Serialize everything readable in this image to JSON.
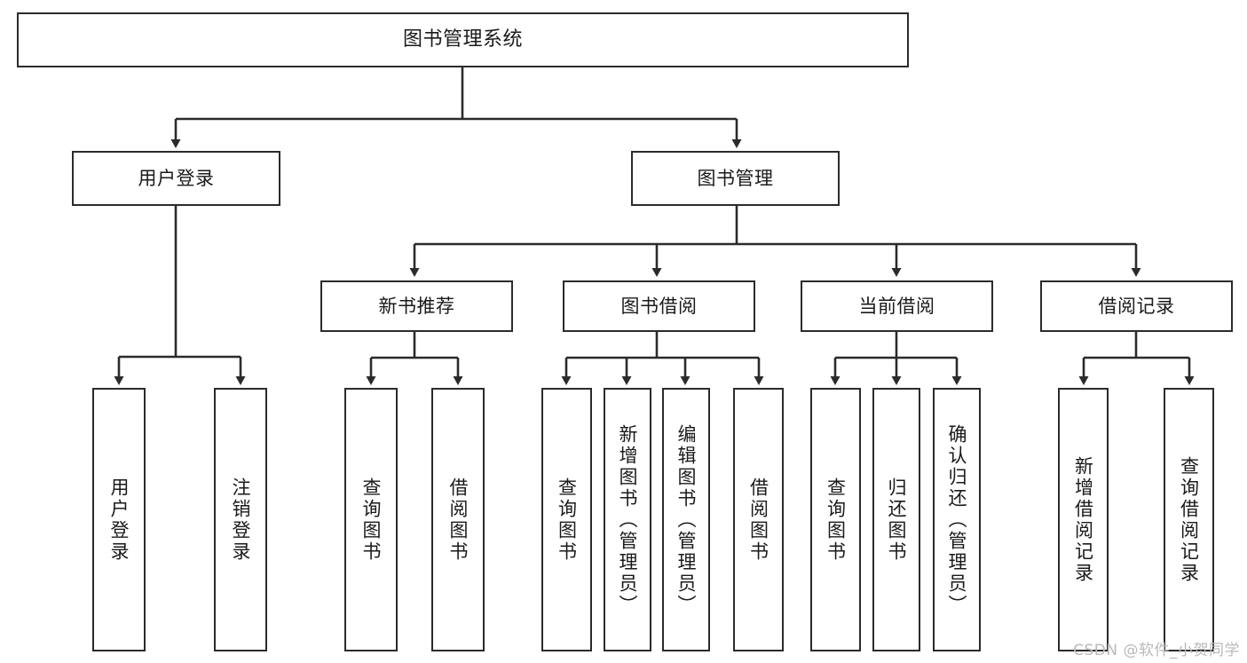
{
  "diagram": {
    "title": "图书管理系统",
    "type": "hierarchy-tree",
    "watermark": "CSDN @软件_小贺同学",
    "colors": {
      "border": "#2b2b2b",
      "background": "#ffffff",
      "text": "#1a1a1a",
      "watermark": "#b9b9b9"
    },
    "levels": {
      "root": {
        "label": "图书管理系统"
      },
      "level2": [
        {
          "label": "用户登录"
        },
        {
          "label": "图书管理"
        }
      ],
      "level3": [
        {
          "label": "新书推荐"
        },
        {
          "label": "图书借阅"
        },
        {
          "label": "当前借阅"
        },
        {
          "label": "借阅记录"
        }
      ],
      "leaves": {
        "user_login": [
          {
            "label": "用户登录"
          },
          {
            "label": "注销登录"
          }
        ],
        "new_book": [
          {
            "label": "查询图书"
          },
          {
            "label": "借阅图书"
          }
        ],
        "book_borrow": [
          {
            "label": "查询图书"
          },
          {
            "label": "新增图书（管理员）"
          },
          {
            "label": "编辑图书（管理员）"
          },
          {
            "label": "借阅图书"
          }
        ],
        "current_borrow": [
          {
            "label": "查询图书"
          },
          {
            "label": "归还图书"
          },
          {
            "label": "确认归还（管理员）"
          }
        ],
        "borrow_record": [
          {
            "label": "新增借阅记录"
          },
          {
            "label": "查询借阅记录"
          }
        ]
      }
    }
  }
}
